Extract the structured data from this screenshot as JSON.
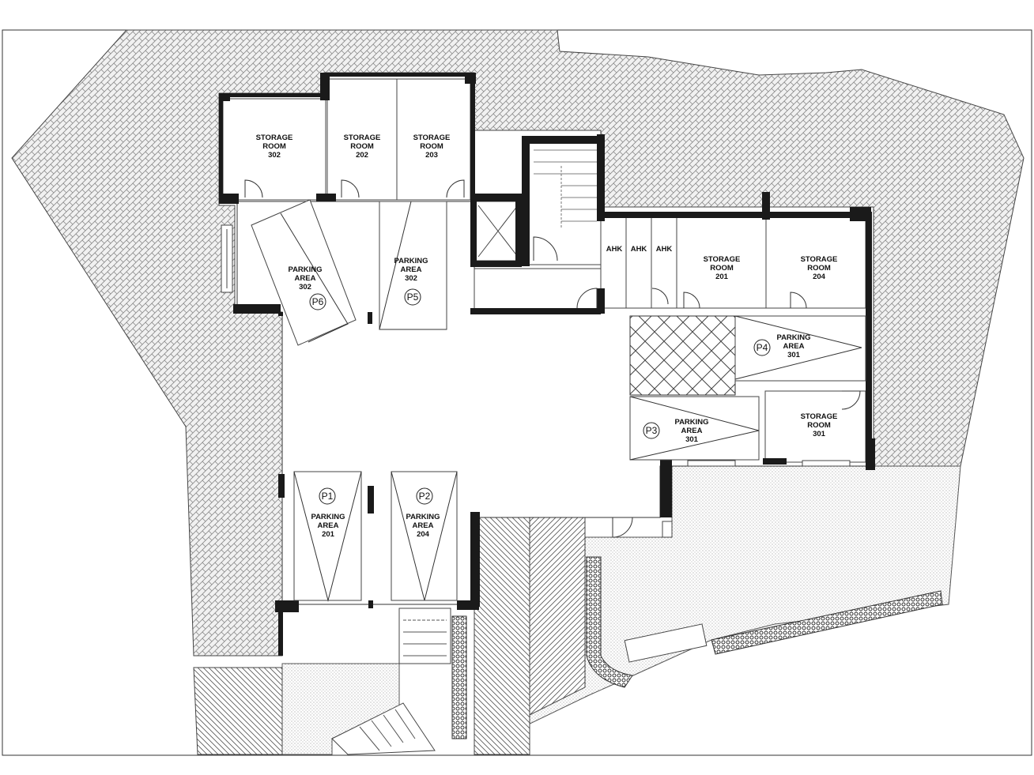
{
  "rooms": {
    "storage_302": [
      "STORAGE",
      "ROOM",
      "302"
    ],
    "storage_202": [
      "STORAGE",
      "ROOM",
      "202"
    ],
    "storage_203": [
      "STORAGE",
      "ROOM",
      "203"
    ],
    "storage_201": [
      "STORAGE",
      "ROOM",
      "201"
    ],
    "storage_204": [
      "STORAGE",
      "ROOM",
      "204"
    ],
    "storage_301": [
      "STORAGE",
      "ROOM",
      "301"
    ],
    "ahk": [
      "AHK",
      "AHK",
      "AHK"
    ]
  },
  "parking": {
    "p1": {
      "tag": "P1",
      "lines": [
        "PARKING",
        "AREA",
        "201"
      ]
    },
    "p2": {
      "tag": "P2",
      "lines": [
        "PARKING",
        "AREA",
        "204"
      ]
    },
    "p3": {
      "tag": "P3",
      "lines": [
        "PARKING",
        "AREA",
        "301"
      ]
    },
    "p4": {
      "tag": "P4",
      "lines": [
        "PARKING",
        "AREA",
        "301"
      ]
    },
    "p5": {
      "tag": "P5",
      "lines": [
        "PARKING",
        "AREA",
        "302"
      ]
    },
    "p6": {
      "tag": "P6",
      "lines": [
        "PARKING",
        "AREA",
        "302"
      ]
    }
  },
  "colors": {
    "wall": "#1a1a1a",
    "hatch": "#9a9a9a",
    "line": "#333333"
  }
}
